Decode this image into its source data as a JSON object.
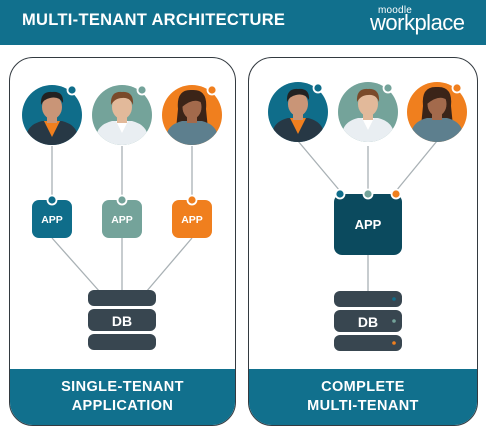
{
  "header": {
    "title": "MULTI-TENANT ARCHITECTURE",
    "logo_small": "moodle",
    "logo_big": "workplace"
  },
  "left_panel": {
    "footer_line1": "SINGLE-TENANT",
    "footer_line2": "APPLICATION",
    "app_label": "APP",
    "db_label": "DB"
  },
  "right_panel": {
    "footer_line1": "COMPLETE",
    "footer_line2": "MULTI-TENANT",
    "app_label": "APP",
    "db_label": "DB"
  },
  "colors": {
    "brand": "#11708d",
    "tenant_navy": "#0f6d8a",
    "tenant_sage": "#74a39a",
    "tenant_orange": "#f07f1e",
    "dark_app": "#0b4a5e",
    "db": "#384650"
  },
  "icons": [
    "user-avatar-icon",
    "database-icon",
    "moodle-workplace-logo"
  ]
}
